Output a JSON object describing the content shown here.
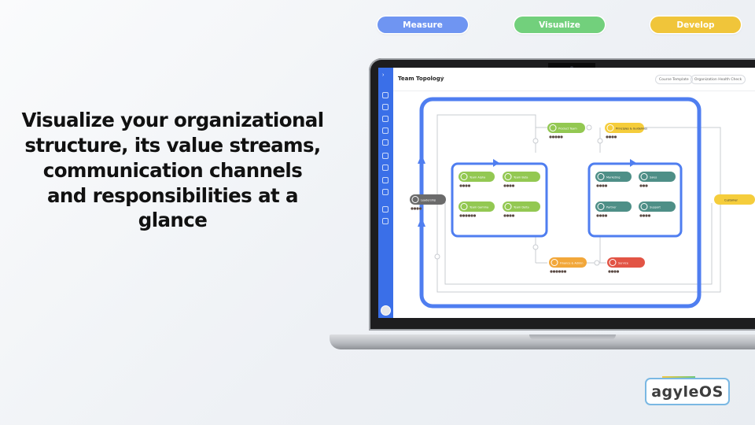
{
  "pills": {
    "measure": "Measure",
    "visualize": "Visualize",
    "develop": "Develop"
  },
  "headline": [
    "Visualize your organizational",
    "structure, its value streams,",
    "communication channels",
    "and responsibilities at a",
    "glance"
  ],
  "app": {
    "title": "Team Topology",
    "buttons": {
      "course_template": "Course Template",
      "org_health": "Organization Health Check"
    }
  },
  "nodes": {
    "leadership": "Leadership",
    "product_team": "Product Team",
    "principles": "Principles & Guidelines",
    "team_alpha": "Team Alpha",
    "team_beta": "Team Beta",
    "team_gamma": "Team Gamma",
    "team_delta": "Team Delta",
    "marketing": "Marketing",
    "sales": "Sales",
    "partner": "Partner",
    "support": "Support",
    "customer": "Customer",
    "finance": "Finance & Admin",
    "service": "Service"
  },
  "colors": {
    "blue": "#4f7ef0",
    "green": "#93c852",
    "teal": "#4e8f87",
    "yellow": "#f5cd3c",
    "orange": "#f2a73a",
    "red": "#e25445",
    "gray": "#6b6b6b"
  },
  "logo": {
    "text": "agyleOS"
  }
}
